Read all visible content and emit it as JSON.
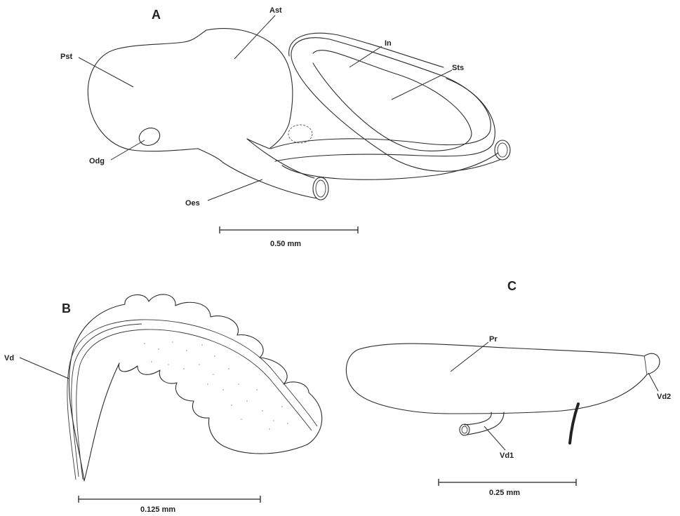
{
  "panels": {
    "a": {
      "letter": "A",
      "labels": {
        "ast": "Ast",
        "in": "In",
        "pst": "Pst",
        "sts": "Sts",
        "odg": "Odg",
        "oes": "Oes"
      },
      "scale_bar": "0.50 mm"
    },
    "b": {
      "letter": "B",
      "labels": {
        "vd": "Vd"
      },
      "scale_bar": "0.125 mm"
    },
    "c": {
      "letter": "C",
      "labels": {
        "pr": "Pr",
        "vd1": "Vd1",
        "vd2": "Vd2"
      },
      "scale_bar": "0.25 mm"
    }
  }
}
